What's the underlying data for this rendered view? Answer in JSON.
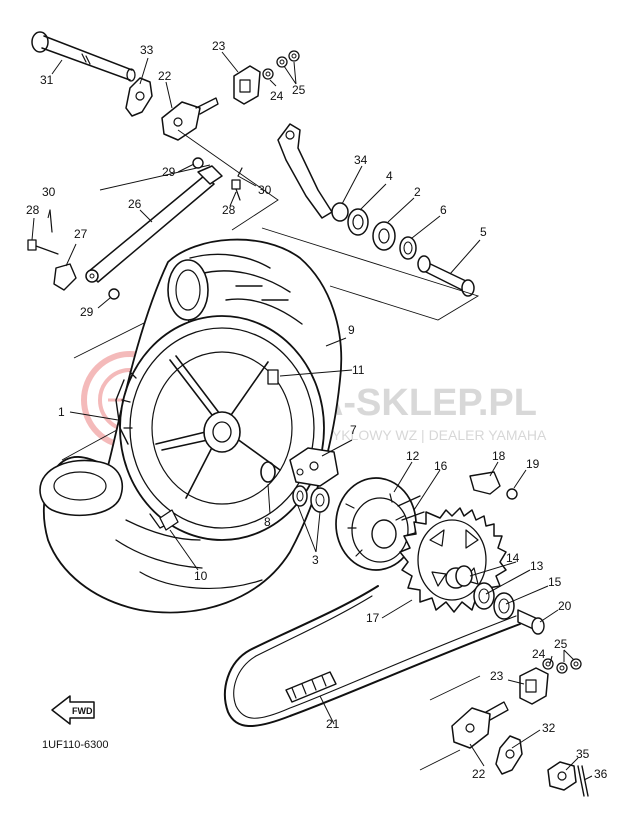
{
  "diagram": {
    "figure_code": "1UF110-6300",
    "direction_label": "FWD",
    "watermark": {
      "brand": "YAMA-SKLEP.PL",
      "tagline": "MOTOCYKLOWY WZ | DEALER YAMAHA",
      "logo_color": "#e23b3b"
    },
    "labels": {
      "p1": "1",
      "p2": "2",
      "p3": "3",
      "p4": "4",
      "p5": "5",
      "p6": "6",
      "p7": "7",
      "p8": "8",
      "p9": "9",
      "p10": "10",
      "p11": "11",
      "p12": "12",
      "p13": "13",
      "p14": "14",
      "p15": "15",
      "p16": "16",
      "p17": "17",
      "p18": "18",
      "p19": "19",
      "p20": "20",
      "p21": "21",
      "p22a": "22",
      "p22b": "22",
      "p23a": "23",
      "p23b": "23",
      "p24a": "24",
      "p24b": "24",
      "p25a": "25",
      "p25b": "25",
      "p26": "26",
      "p27": "27",
      "p28a": "28",
      "p28b": "28",
      "p29a": "29",
      "p29b": "29",
      "p30a": "30",
      "p30b": "30",
      "p31": "31",
      "p32": "32",
      "p33": "33",
      "p34": "34",
      "p35": "35",
      "p36": "36"
    }
  }
}
